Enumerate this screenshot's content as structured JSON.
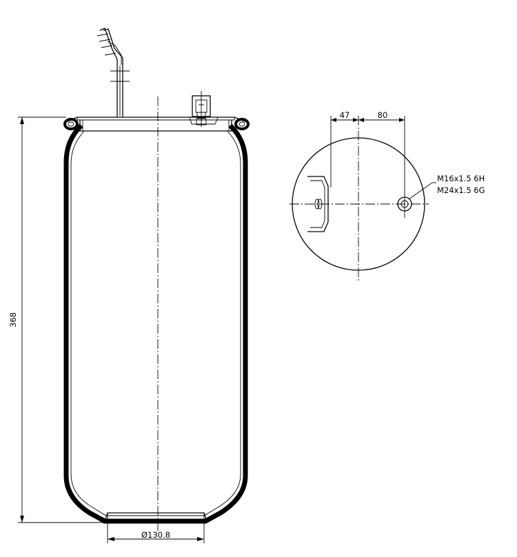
{
  "dimensions": {
    "height": "368",
    "bottom_diameter": "Ø130.8",
    "offset_left": "47",
    "offset_right": "80"
  },
  "threads": {
    "line1": "M16x1.5 6H",
    "line2": "M24x1.5 6G"
  }
}
